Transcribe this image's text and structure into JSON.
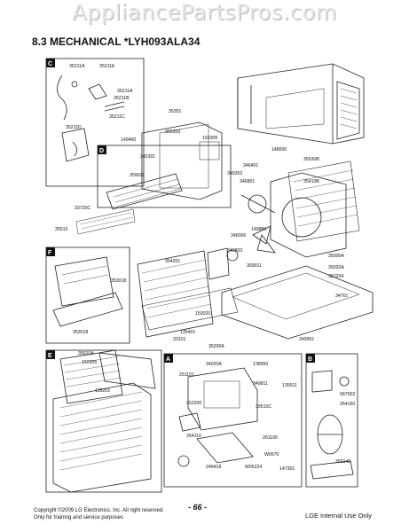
{
  "watermark": "AppliancePartsPros.com",
  "title": "8.3 MECHANICAL *LYH093ALA34",
  "sections": [
    "C",
    "D",
    "F",
    "E",
    "A",
    "B"
  ],
  "labels": [
    "35211A",
    "35211E",
    "35211A",
    "35211B",
    "35211C",
    "35211D",
    "35351",
    "352303",
    "152305",
    "149400",
    "342301",
    "359011",
    "148000",
    "35530B",
    "35410B",
    "346401",
    "349302",
    "346801",
    "33720C",
    "346006",
    "354201",
    "149880",
    "349803",
    "359011",
    "34701",
    "352204",
    "33101",
    "35515",
    "353018",
    "150020",
    "35000A",
    "35020A",
    "353018",
    "35200A",
    "249951",
    "135401",
    "35010A",
    "152305",
    "135201",
    "34020A",
    "138950",
    "251151",
    "349811",
    "135511",
    "587502",
    "264160",
    "39510C",
    "252200",
    "264110",
    "261100",
    "W0570",
    "249418",
    "W05224",
    "147301",
    "350140"
  ],
  "footer": {
    "copyright": "Copyright ©2009 LG Electronics. Inc. All right reserved.",
    "usage": "Only for training and service purposes",
    "page": "- 66 -",
    "internal": "LGE Internal Use Only"
  }
}
